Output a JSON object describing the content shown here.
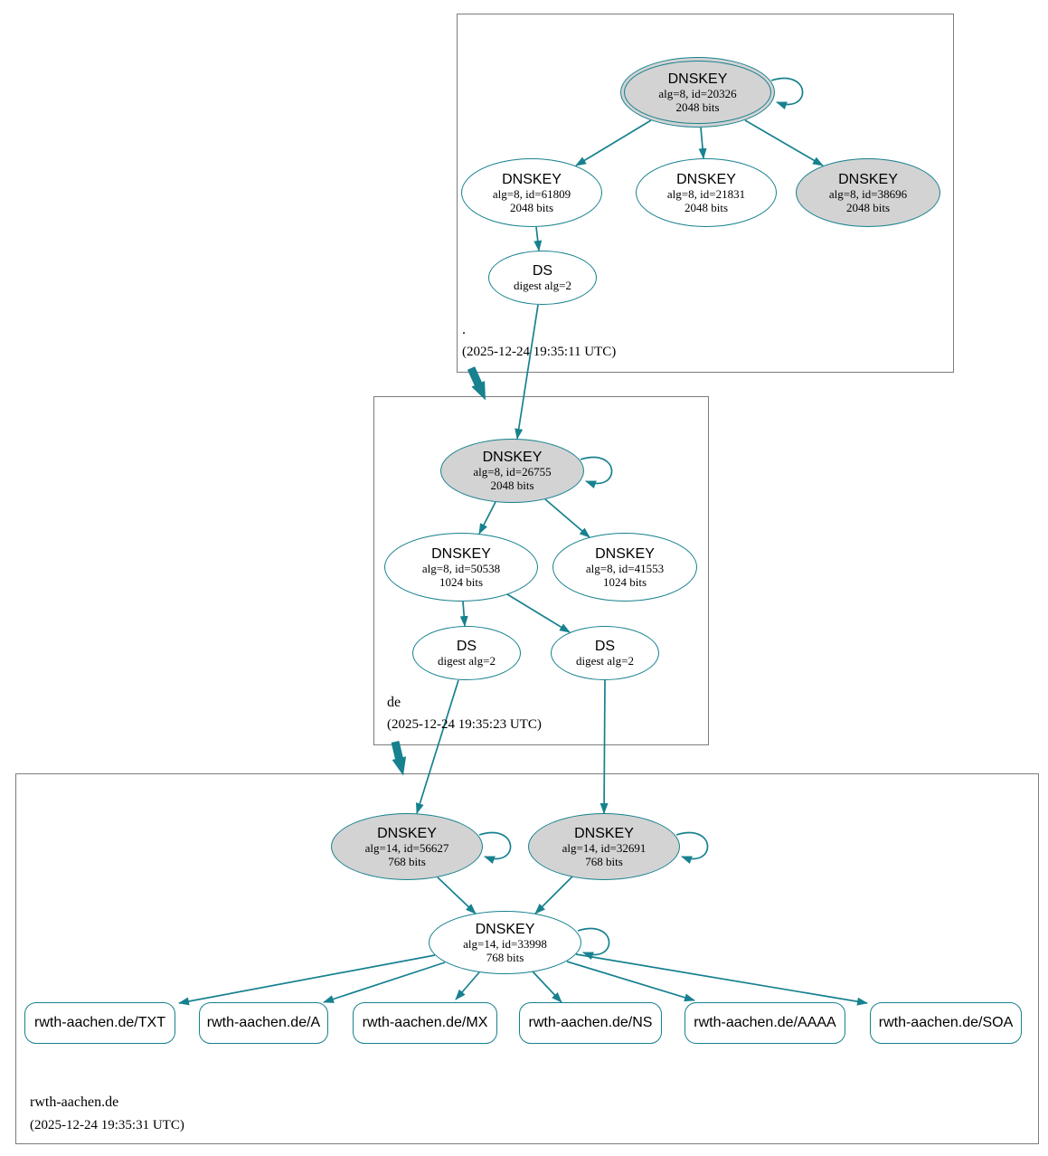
{
  "colors": {
    "edge": "#17818f",
    "key_fill": "#d3d3d3",
    "node_fill": "#ffffff",
    "box_border": "#7c7c7c",
    "text": "#000000"
  },
  "root_zone": {
    "label": ".",
    "timestamp": "(2025-12-24 19:35:11 UTC)",
    "ksk": {
      "title": "DNSKEY",
      "detail": "alg=8, id=20326",
      "bits": "2048 bits"
    },
    "zsk1": {
      "title": "DNSKEY",
      "detail": "alg=8, id=61809",
      "bits": "2048 bits"
    },
    "zsk2": {
      "title": "DNSKEY",
      "detail": "alg=8, id=21831",
      "bits": "2048 bits"
    },
    "zsk3": {
      "title": "DNSKEY",
      "detail": "alg=8, id=38696",
      "bits": "2048 bits"
    },
    "ds": {
      "title": "DS",
      "detail": "digest alg=2"
    }
  },
  "de_zone": {
    "label": "de",
    "timestamp": "(2025-12-24 19:35:23 UTC)",
    "ksk": {
      "title": "DNSKEY",
      "detail": "alg=8, id=26755",
      "bits": "2048 bits"
    },
    "zsk1": {
      "title": "DNSKEY",
      "detail": "alg=8, id=50538",
      "bits": "1024 bits"
    },
    "zsk2": {
      "title": "DNSKEY",
      "detail": "alg=8, id=41553",
      "bits": "1024 bits"
    },
    "ds1": {
      "title": "DS",
      "detail": "digest alg=2"
    },
    "ds2": {
      "title": "DS",
      "detail": "digest alg=2"
    }
  },
  "rwth_zone": {
    "label": "rwth-aachen.de",
    "timestamp": "(2025-12-24 19:35:31 UTC)",
    "ksk1": {
      "title": "DNSKEY",
      "detail": "alg=14, id=56627",
      "bits": "768 bits"
    },
    "ksk2": {
      "title": "DNSKEY",
      "detail": "alg=14, id=32691",
      "bits": "768 bits"
    },
    "zsk": {
      "title": "DNSKEY",
      "detail": "alg=14, id=33998",
      "bits": "768 bits"
    },
    "rrsets": [
      {
        "label": "rwth-aachen.de/TXT"
      },
      {
        "label": "rwth-aachen.de/A"
      },
      {
        "label": "rwth-aachen.de/MX"
      },
      {
        "label": "rwth-aachen.de/NS"
      },
      {
        "label": "rwth-aachen.de/AAAA"
      },
      {
        "label": "rwth-aachen.de/SOA"
      }
    ]
  }
}
